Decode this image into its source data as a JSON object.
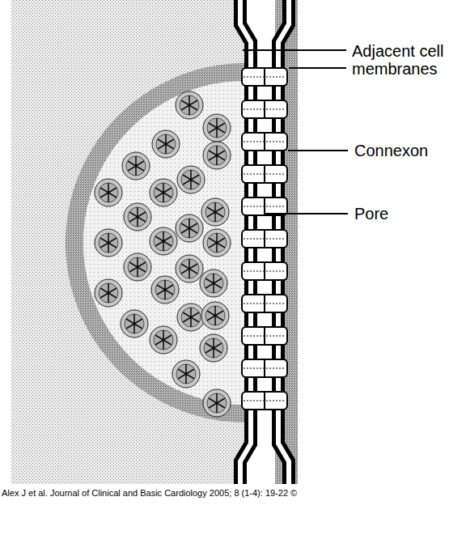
{
  "diagram": {
    "caption": "Alex J et al. Journal of Clinical and Basic Cardiology 2005; 8 (1-4): 19-22 ©",
    "labels": [
      "Adjacent cell membranes",
      "Connexon",
      "Pore"
    ]
  }
}
